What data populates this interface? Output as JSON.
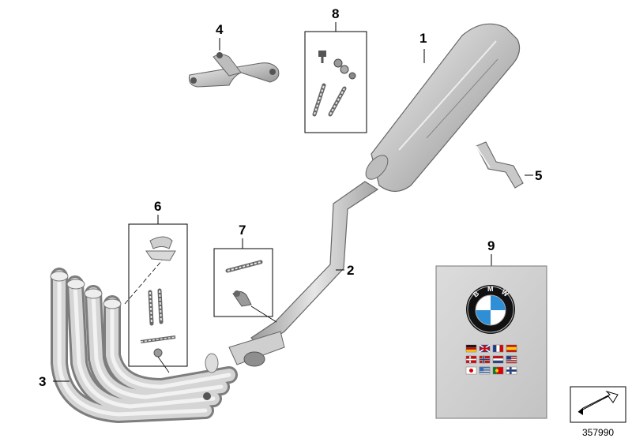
{
  "callouts": {
    "p1": "1",
    "p2": "2",
    "p3": "3",
    "p4": "4",
    "p5": "5",
    "p6": "6",
    "p7": "7",
    "p8": "8",
    "p9": "9"
  },
  "booklet": {
    "brand": "BMW",
    "flag_count": 12
  },
  "reference_number": "357990",
  "colors": {
    "metal_light": "#e4e4e4",
    "metal_mid": "#b9b9b9",
    "metal_dark": "#8a8a8a",
    "booklet_gray": "#d2d2d2",
    "bmw_blue": "#2f8fd6",
    "bmw_black": "#111111"
  }
}
